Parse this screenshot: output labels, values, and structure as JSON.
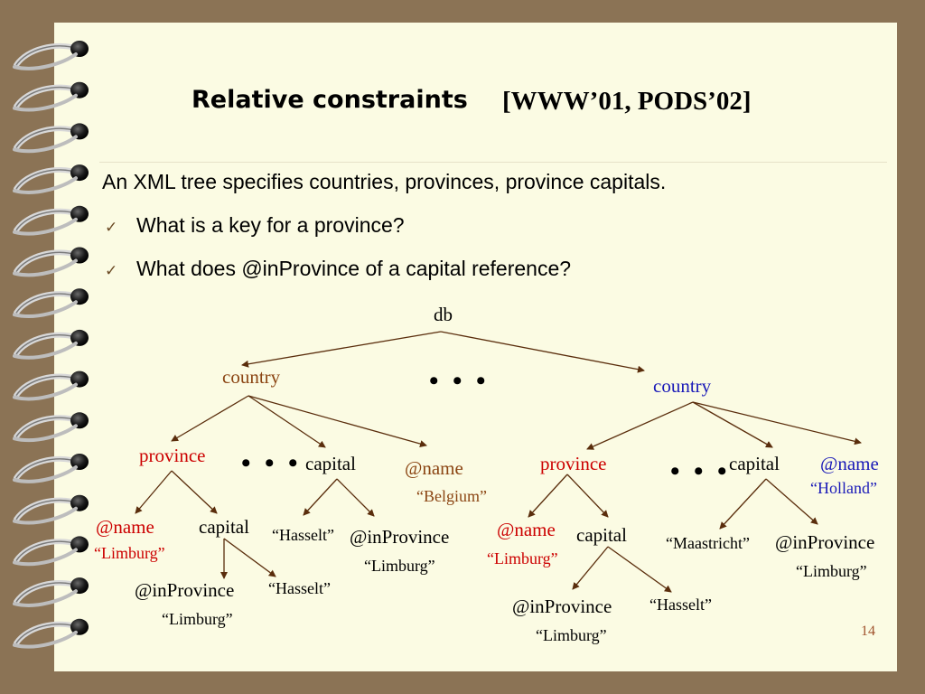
{
  "title": "Relative constraints",
  "title_ref": "[WWW’01, PODS’02]",
  "intro": "An XML tree specifies countries, provinces, province capitals.",
  "bullets": [
    "What is a key for a province?",
    "What does @inProvince of a capital reference?"
  ],
  "bullet_icon": "checkmark-icon",
  "tree": {
    "root": "db",
    "ellipsis": "• • •",
    "country_label": "country",
    "province_label": "province",
    "capital_label": "capital",
    "name_attr": "@name",
    "inprovince_attr": "@inProvince",
    "belgium": "“Belgium”",
    "holland": "“Holland”",
    "limburg": "“Limburg”",
    "hasselt": "“Hasselt”",
    "maastricht": "“Maastricht”"
  },
  "colors": {
    "country_left": "#8b4513",
    "country_right": "#1a1ab8",
    "province": "#cc0000",
    "edge": "#5a2d0c",
    "holland": "#1a1ab8"
  },
  "page_number": "14"
}
